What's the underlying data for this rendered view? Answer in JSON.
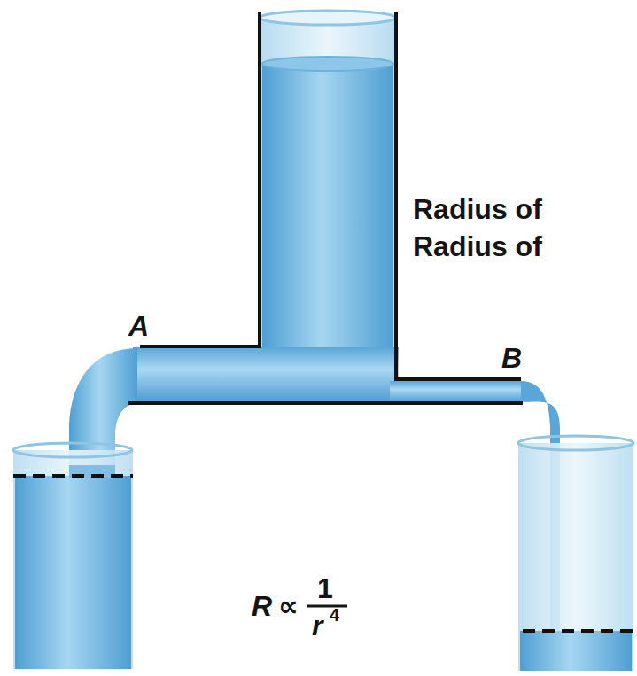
{
  "diagram": {
    "labels": [
      "Radius of",
      "Radius of",
      "A",
      "B",
      "R",
      "∝",
      "1",
      "r",
      "4"
    ]
  }
}
